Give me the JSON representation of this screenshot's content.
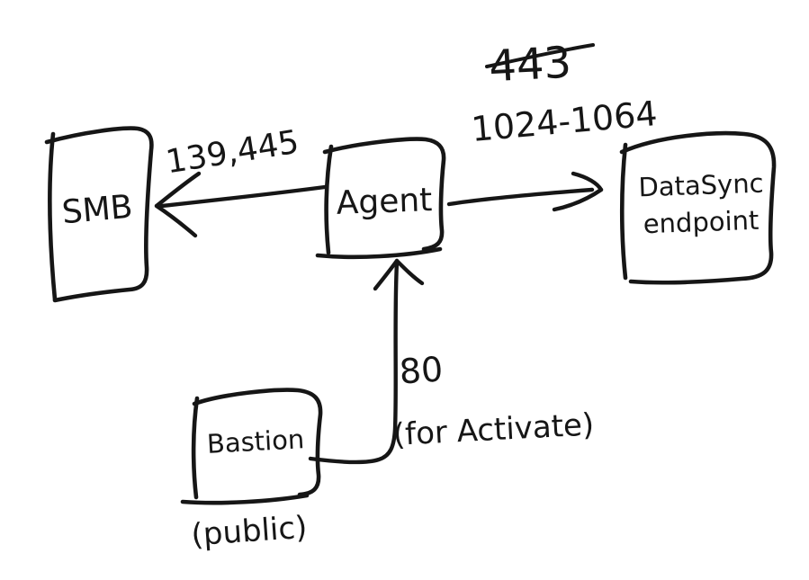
{
  "diagram": {
    "style": "hand-drawn whiteboard sketch",
    "background_color": "#ffffff",
    "ink_color": "#161616",
    "nodes": {
      "smb": {
        "label": "SMB"
      },
      "agent": {
        "label": "Agent"
      },
      "datasync": {
        "label": "DataSync endpoint",
        "label_lines": [
          "DataSync",
          "endpoint"
        ]
      },
      "bastion": {
        "label": "Bastion",
        "caption": "(public)"
      }
    },
    "edges": {
      "agent_to_smb": {
        "direction": "Agent to SMB",
        "ports": "139,445"
      },
      "agent_to_datasync": {
        "direction": "Agent to DataSync endpoint",
        "crossed_out_ports": "443",
        "ports": "1024-1064"
      },
      "bastion_to_agent": {
        "direction": "Bastion to Agent",
        "ports": "80",
        "note": "(for Activate)"
      }
    }
  }
}
